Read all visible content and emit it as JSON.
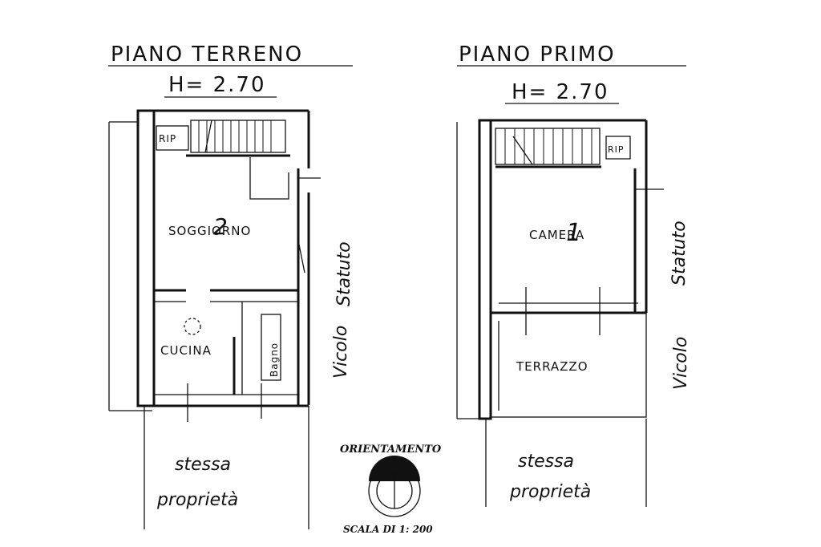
{
  "ground_floor": {
    "title": "PIANO TERRENO",
    "height": "H= 2.70",
    "rooms": {
      "rip": "RIP",
      "living": "SOGGIORNO",
      "kitchen": "CUCINA",
      "bath": "Bagno"
    },
    "street_line1": "Statuto",
    "street_line2": "Vicolo",
    "below": {
      "line1": "stessa",
      "line2": "proprietà"
    }
  },
  "first_floor": {
    "title": "PIANO PRIMO",
    "height": "H= 2.70",
    "rooms": {
      "rip": "RIP",
      "bedroom": "CAMERA",
      "terrace": "TERRAZZO"
    },
    "street_line1": "Statuto",
    "street_line2": "Vicolo",
    "below": {
      "line1": "stessa",
      "line2": "proprietà"
    }
  },
  "room_numbers": {
    "living": "2",
    "bedroom": "1"
  },
  "orientation": {
    "label": "ORIENTAMENTO"
  },
  "scale": {
    "label": "SCALA DI 1: 200"
  }
}
